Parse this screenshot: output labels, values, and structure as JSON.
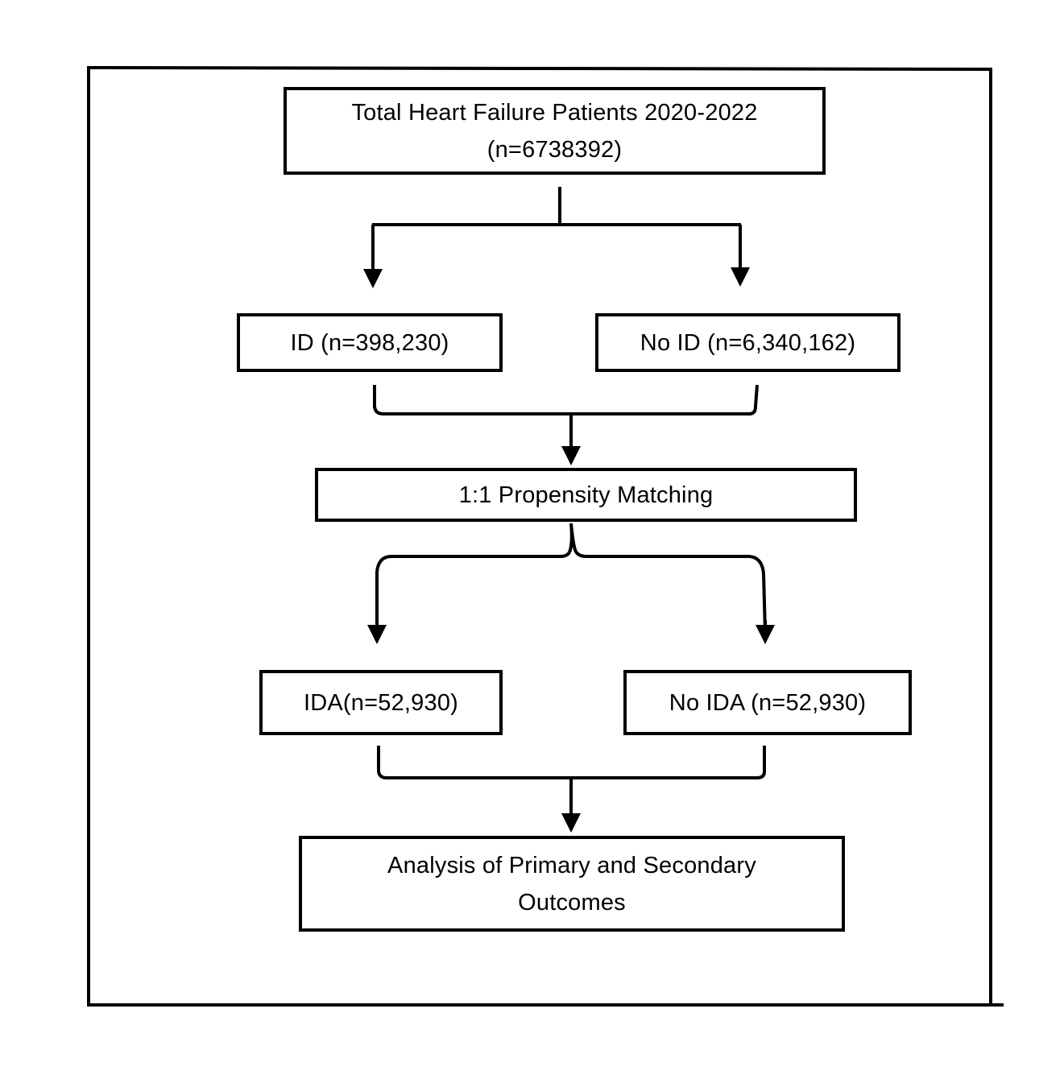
{
  "diagram": {
    "nodes": {
      "total": {
        "label": "Total Heart Failure Patients 2020-2022\n(n=6738392)"
      },
      "id": {
        "label": "ID (n=398,230)"
      },
      "no_id": {
        "label": "No ID (n=6,340,162)"
      },
      "matching": {
        "label": "1:1 Propensity Matching"
      },
      "ida": {
        "label": "IDA(n=52,930)"
      },
      "no_ida": {
        "label": "No IDA (n=52,930)"
      },
      "outcomes": {
        "label": "Analysis of Primary and Secondary\nOutcomes"
      }
    },
    "edges": [
      {
        "from": "total",
        "to": "id"
      },
      {
        "from": "total",
        "to": "no_id"
      },
      {
        "from": "id",
        "to": "matching"
      },
      {
        "from": "no_id",
        "to": "matching"
      },
      {
        "from": "matching",
        "to": "ida"
      },
      {
        "from": "matching",
        "to": "no_ida"
      },
      {
        "from": "ida",
        "to": "outcomes"
      },
      {
        "from": "no_ida",
        "to": "outcomes"
      }
    ]
  }
}
